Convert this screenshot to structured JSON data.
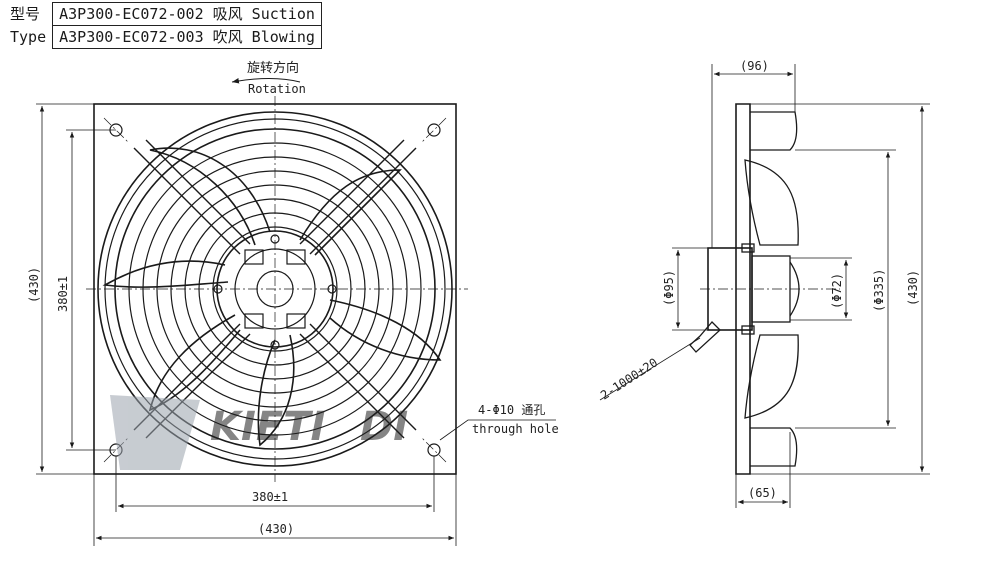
{
  "models": [
    {
      "label": "型号",
      "code": "A3P300-EC072-002 吸风 Suction"
    },
    {
      "label": "Type",
      "code": "A3P300-EC072-003 吹风 Blowing"
    }
  ],
  "front_view": {
    "rotation_cn": "旋转方向",
    "rotation_en": "Rotation",
    "dim_overall_height": "(430)",
    "dim_hole_spacing_v": "380±1",
    "dim_hole_spacing_h": "380±1",
    "dim_overall_width": "(430)",
    "hole_note_cn": "4-Φ10 通孔",
    "hole_note_en": "through hole"
  },
  "side_view": {
    "dim_depth": "(96)",
    "dim_hub_dia": "(Φ95)",
    "dim_shaft_dia": "(Φ72)",
    "dim_guard_dia": "(Φ335)",
    "dim_height": "(430)",
    "dim_base_depth": "(65)",
    "cable_note": "2-1000±20"
  },
  "colors": {
    "line": "#1a1a1a",
    "watermark": "#9aa3ad",
    "watermark_accent": "#4a90d9"
  }
}
